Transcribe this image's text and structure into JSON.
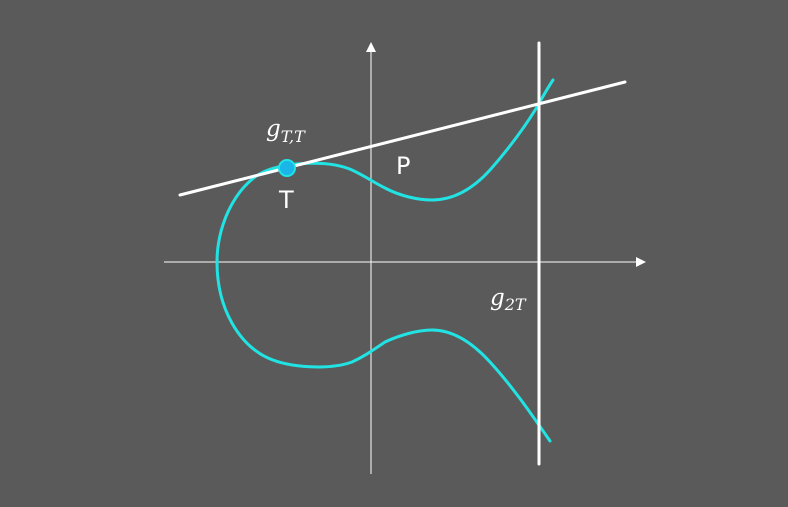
{
  "labels": {
    "tangent_line": {
      "base": "g",
      "sub": "T,T"
    },
    "vertical_line": {
      "base": "g",
      "sub": "2T"
    },
    "point_T": "T",
    "point_P": "P"
  },
  "colors": {
    "background": "#5a5a5a",
    "axes": "#ffffff",
    "curve": "#22e3e3",
    "lines": "#ffffff",
    "point_fill": "#1ab6ea",
    "point_stroke": "#22e3e3",
    "text": "#ffffff"
  },
  "icons": {
    "x_axis_end": "arrow-right",
    "y_axis_end": "arrow-up"
  }
}
